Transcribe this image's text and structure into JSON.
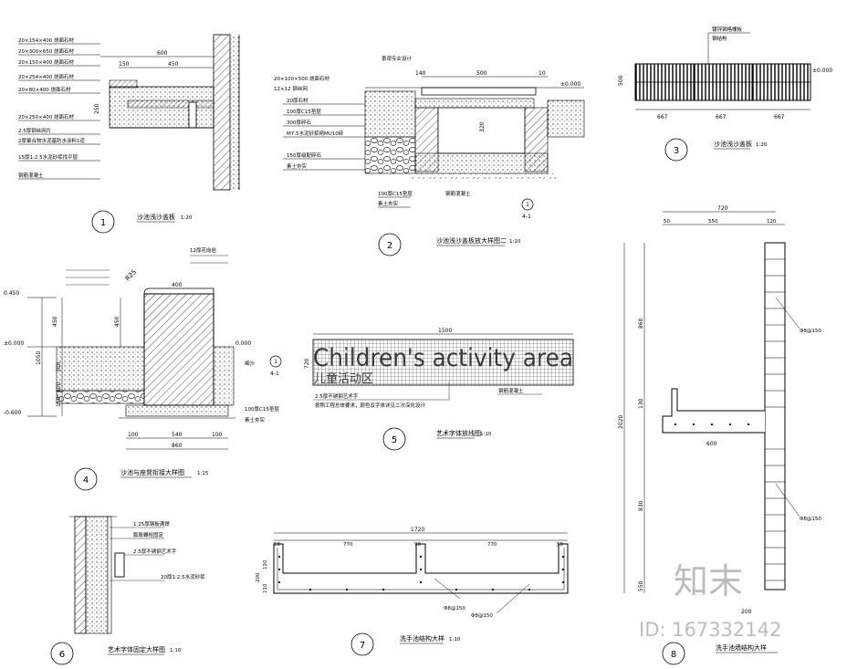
{
  "drawing_1": {
    "number": "1",
    "title": "沙池浅沙盖板",
    "scale": "1:20",
    "notes": [
      "20×154×400 烧面石材",
      "20×300×650 烧面石材",
      "20×150×400 烧面石材",
      "20×254×400 烧面石材",
      "20×80×400 烧面石材",
      "20×250×400 烧面石材",
      "2.5厚钢丝网片",
      "2厚聚合物水泥基防水涂料1道",
      "15厚1:2.5水泥砂浆找平层",
      "钢筋混凝土"
    ],
    "dims": [
      "600",
      "150",
      "450",
      "250"
    ]
  },
  "drawing_2": {
    "number": "2",
    "title": "沙池浅沙盖板放大样图二",
    "scale": "1:10",
    "notes": [
      "景观专业设计",
      "20×100×500 烧面石材",
      "12×12 钢丝网",
      "20厚石材",
      "100厚C15垫层",
      "300厚碎石",
      "M7.5水泥砂浆砌MU10砖",
      "150厚级配碎石",
      "素土夯实",
      "100厚C15垫层",
      "素土夯实",
      "钢筋混凝土"
    ],
    "dims": [
      "140",
      "500",
      "10",
      "320"
    ],
    "level": "±0.000",
    "section_mark": "1",
    "section_sub": "4-1"
  },
  "drawing_3": {
    "number": "3",
    "title": "沙池浅沙盖板",
    "scale": "1:20",
    "notes": [
      "镀锌钢格栅板",
      "钢结构"
    ],
    "dims": [
      "500",
      "667",
      "667",
      "667"
    ],
    "level": "±0.000"
  },
  "drawing_4": {
    "number": "4",
    "title": "沙池与座凳衔接大样图",
    "scale": "1:15",
    "dims": [
      "450",
      "450",
      "1050",
      "300",
      "600",
      "150",
      "400",
      "100",
      "540",
      "100",
      "860",
      "R25"
    ],
    "levels": [
      "0.450",
      "±0.000",
      "-0.600",
      "0.000"
    ],
    "notes": [
      "12厚花岗岩",
      "100厚C15垫层",
      "素土夯实",
      "细沙"
    ],
    "section_mark": "1",
    "section_sub": "4-1"
  },
  "drawing_5": {
    "number": "5",
    "title": "艺术字体放线图",
    "scale": "1:10",
    "banner_en": "Children's activity area",
    "banner_cn": "儿童活动区",
    "dims": [
      "1500",
      "720"
    ],
    "notes": [
      "2.5厚不锈钢艺术字",
      "按照工程总体要求，颜色及字体详见二次深化设计",
      "钢筋混凝土"
    ]
  },
  "drawing_6": {
    "number": "6",
    "title": "艺术字体固定大样图",
    "scale": "1:10",
    "notes": [
      "1.25厚钢板满焊",
      "膨胀螺栓固定",
      "2.5厚不锈钢艺术字",
      "20厚1:2.5水泥砂浆"
    ]
  },
  "drawing_7": {
    "number": "7",
    "title": "洗手池结构大样",
    "scale": "1:10",
    "dims": [
      "1720",
      "50",
      "770",
      "90",
      "770",
      "50",
      "200",
      "120",
      "110"
    ],
    "rebar": [
      "Φ8@150",
      "Φ8@150"
    ]
  },
  "drawing_8": {
    "number": "8",
    "title": "洗手池墙结构大样",
    "dims": [
      "720",
      "50",
      "550",
      "120",
      "860",
      "130",
      "2020",
      "600",
      "830",
      "550",
      "200"
    ],
    "rebar": [
      "Φ8@150",
      "Φ8@150"
    ]
  },
  "watermark": {
    "logo_text": "知末",
    "id_text": "ID: 167332142"
  }
}
